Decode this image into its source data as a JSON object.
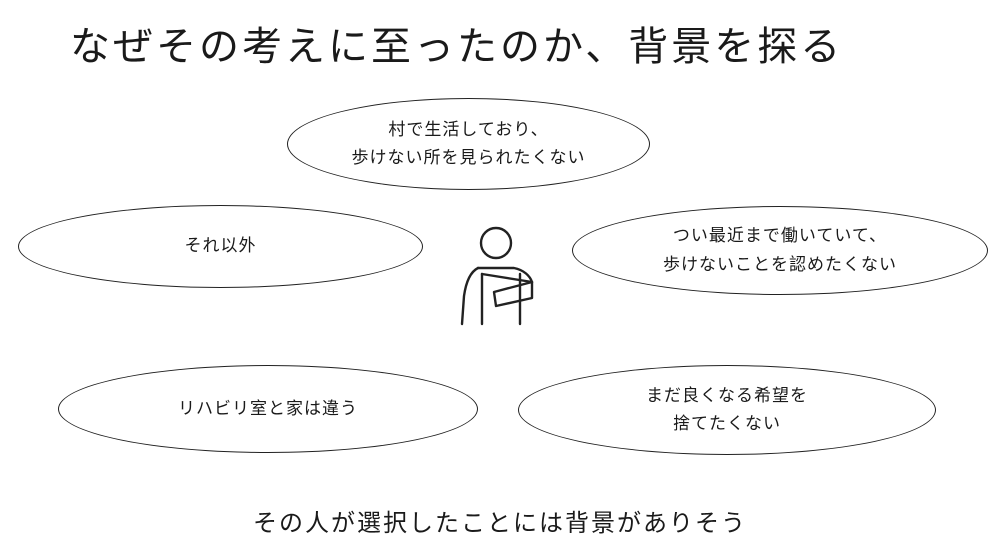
{
  "title": "なぜその考えに至ったのか、背景を探る",
  "bubbles": {
    "top": "村で生活しており、\n歩けない所を見られたくない",
    "left": "それ以外",
    "right": "つい最近まで働いていて、\n歩けないことを認めたくない",
    "bottom_left": "リハビリ室と家は違う",
    "bottom_right": "まだ良くなる希望を\n捨てたくない"
  },
  "figure": {
    "icon": "person-with-arm-sling-icon"
  },
  "footer": "その人が選択したことには背景がありそう"
}
